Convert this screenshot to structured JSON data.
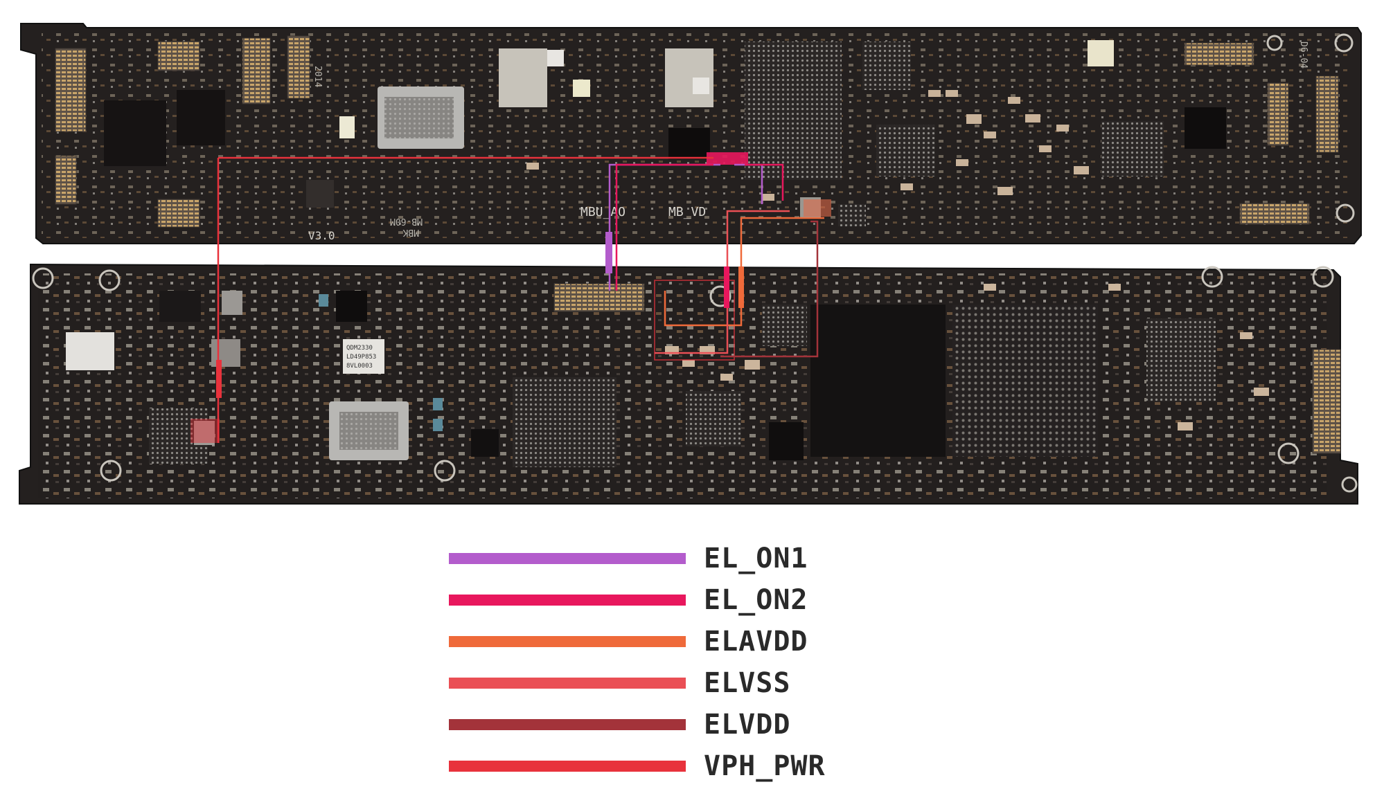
{
  "board_labels": {
    "top": [
      "2014",
      "MBU_AO",
      "MB_VD",
      "V3.0",
      "MB-60M",
      "MBK",
      "D6-04"
    ],
    "bottom": [
      "QDM2330",
      "LD49P853",
      "8VL0003"
    ]
  },
  "legend": [
    {
      "label": "EL_ON1",
      "color": "#b35ccc"
    },
    {
      "label": "EL_ON2",
      "color": "#e8175d"
    },
    {
      "label": "ELAVDD",
      "color": "#ef6a3a"
    },
    {
      "label": "ELVSS",
      "color": "#ea4f55"
    },
    {
      "label": "ELVDD",
      "color": "#a3333a"
    },
    {
      "label": "VPH_PWR",
      "color": "#e8323c"
    }
  ],
  "colors": {
    "pcb": "#24201f",
    "pcb_dark": "#151313",
    "pad": "#b9b6b0",
    "copper": "#9c6b3f"
  }
}
